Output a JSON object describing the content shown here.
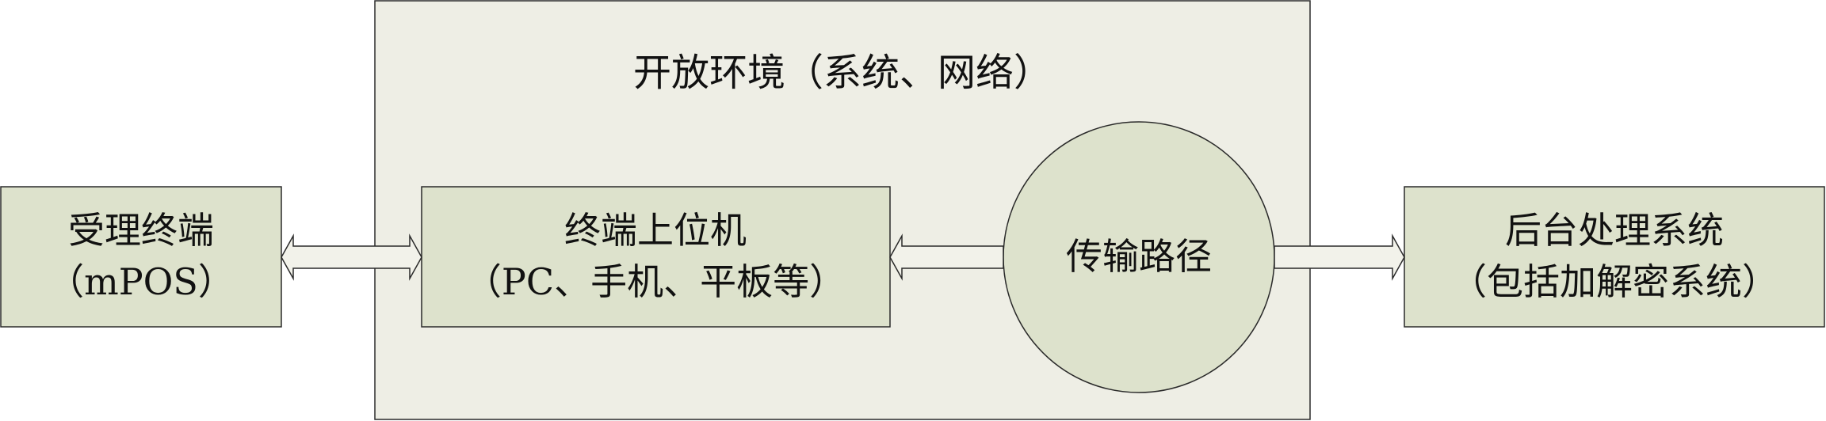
{
  "diagram": {
    "environment": {
      "title": "开放环境（系统、网络）"
    },
    "terminal": {
      "line1": "受理终端",
      "line2": "（mPOS）"
    },
    "host": {
      "line1": "终端上位机",
      "line2": "（PC、手机、平板等）"
    },
    "transport": {
      "label": "传输路径"
    },
    "backend": {
      "line1": "后台处理系统",
      "line2": "（包括加解密系统）"
    },
    "colors": {
      "environment_fill": "#eeeee5",
      "box_fill": "#dde2cc",
      "stroke": "#2a2a2a",
      "arrow_fill": "#f2f2ea"
    }
  }
}
